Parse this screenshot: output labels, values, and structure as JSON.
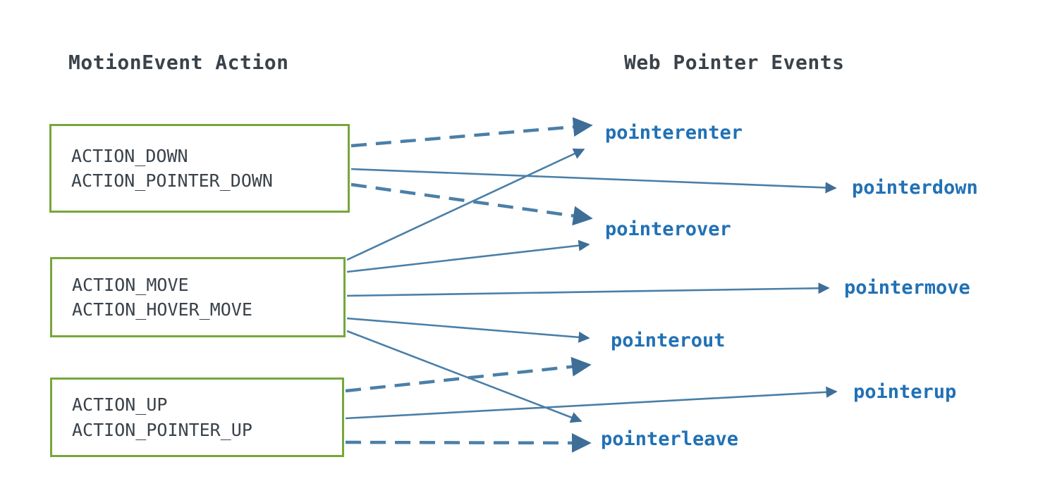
{
  "headers": {
    "left": "MotionEvent Action",
    "right": "Web Pointer Events"
  },
  "colors": {
    "box_border_green": "#76A73A",
    "box_fill": "#ffffff",
    "action_text": "#3a424a",
    "event_text": "#2171B5",
    "edge_line": "#4A7FA8",
    "arrowhead": "#3E6E98",
    "background": "#ffffff"
  },
  "action_boxes": [
    {
      "id": "down",
      "lines": [
        "ACTION_DOWN",
        "ACTION_POINTER_DOWN"
      ]
    },
    {
      "id": "move",
      "lines": [
        "ACTION_MOVE",
        "ACTION_HOVER_MOVE"
      ]
    },
    {
      "id": "up",
      "lines": [
        "ACTION_UP",
        "ACTION_POINTER_UP"
      ]
    }
  ],
  "pointer_events": [
    {
      "id": "pointerenter",
      "label": "pointerenter"
    },
    {
      "id": "pointerdown",
      "label": "pointerdown"
    },
    {
      "id": "pointerover",
      "label": "pointerover"
    },
    {
      "id": "pointermove",
      "label": "pointermove"
    },
    {
      "id": "pointerout",
      "label": "pointerout"
    },
    {
      "id": "pointerup",
      "label": "pointerup"
    },
    {
      "id": "pointerleave",
      "label": "pointerleave"
    }
  ],
  "edges": [
    {
      "from": "down",
      "to": "pointerenter",
      "style": "dashed"
    },
    {
      "from": "down",
      "to": "pointerdown",
      "style": "solid"
    },
    {
      "from": "down",
      "to": "pointerover",
      "style": "dashed"
    },
    {
      "from": "move",
      "to": "pointerenter",
      "style": "solid"
    },
    {
      "from": "move",
      "to": "pointerover",
      "style": "solid"
    },
    {
      "from": "move",
      "to": "pointermove",
      "style": "solid"
    },
    {
      "from": "move",
      "to": "pointerout",
      "style": "solid"
    },
    {
      "from": "move",
      "to": "pointerleave",
      "style": "solid"
    },
    {
      "from": "up",
      "to": "pointerout",
      "style": "dashed"
    },
    {
      "from": "up",
      "to": "pointerup",
      "style": "solid"
    },
    {
      "from": "up",
      "to": "pointerleave",
      "style": "dashed"
    }
  ]
}
